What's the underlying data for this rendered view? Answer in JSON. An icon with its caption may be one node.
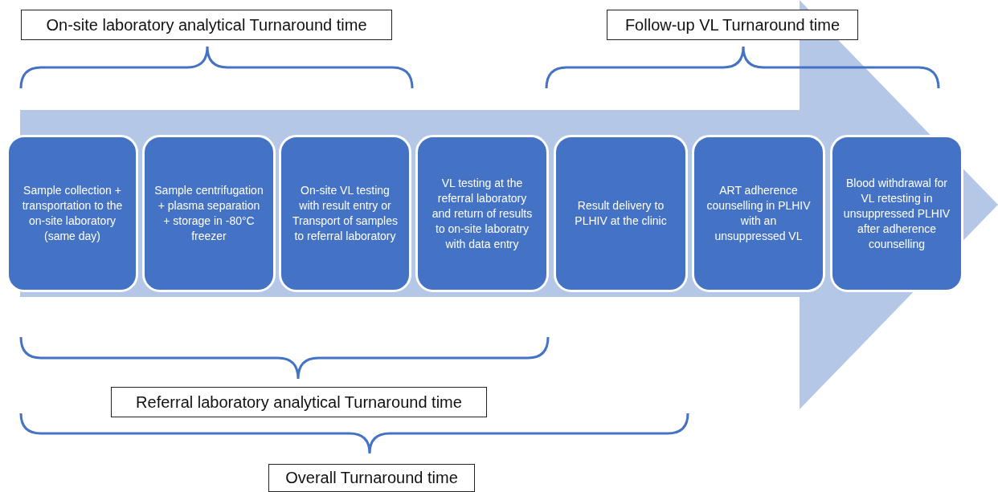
{
  "diagram": {
    "nodes": [
      {
        "text": [
          "On-site laboratory analytical Turnaround time"
        ]
      },
      {
        "text": [
          "Follow-up VL Turnaround time"
        ]
      },
      {
        "text": [
          "Sample collection + transportation to the on-site laboratory (same day)"
        ]
      },
      {
        "text": [
          "Sample centrifugation + plasma separation + storage in -80°C freezer"
        ]
      },
      {
        "text": [
          "On-site VL testing with result entry or Transport of samples to referral laboratory"
        ]
      },
      {
        "text": [
          "VL testing at the referral laboratory and return of results to on-site laboratry with data entry"
        ]
      },
      {
        "text": [
          "Result delivery to PLHIV at the clinic"
        ]
      },
      {
        "text": [
          "ART adherence counselling in PLHIV with an unsuppressed VL"
        ]
      },
      {
        "text": [
          "Blood withdrawal for VL retesting in unsuppressed PLHIV after adherence counselling"
        ]
      },
      {
        "text": [
          "Referral laboratory analytical Turnaround time"
        ]
      },
      {
        "text": [
          "Overall Turnaround time"
        ]
      }
    ]
  }
}
